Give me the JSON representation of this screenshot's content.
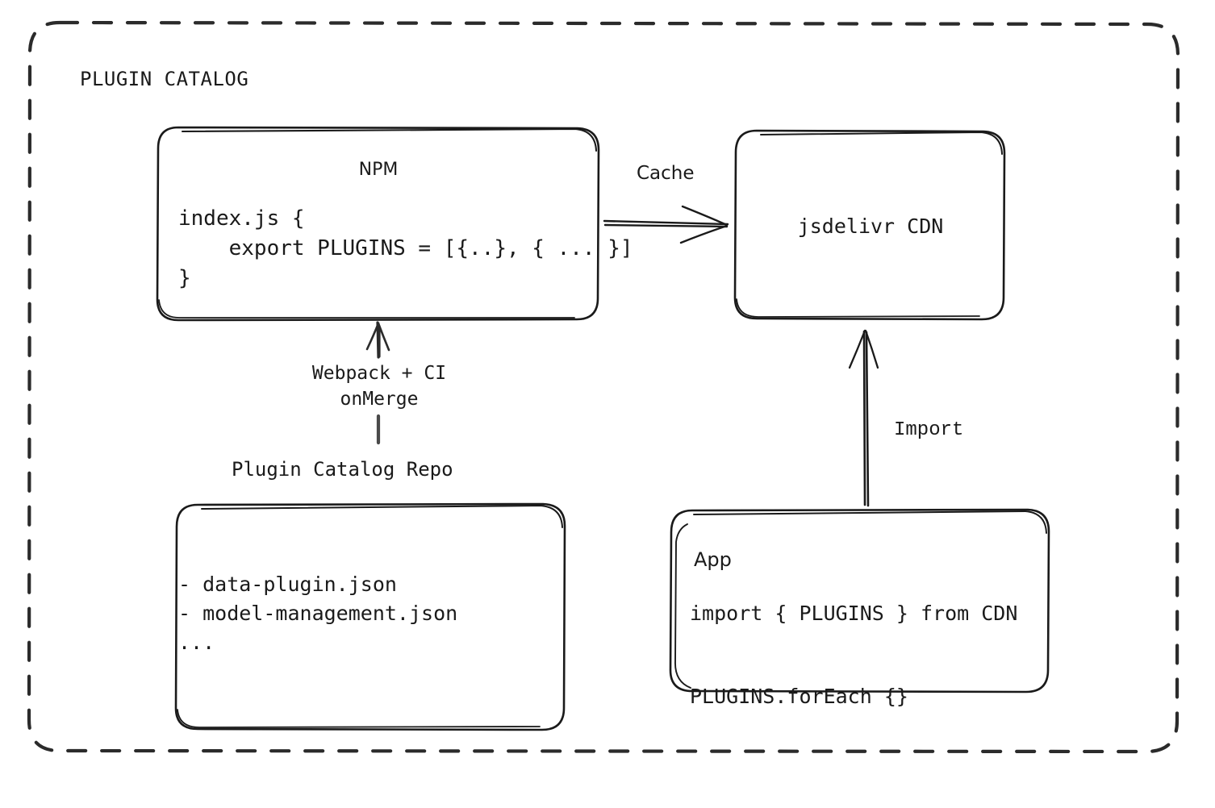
{
  "diagram": {
    "title": "PLUGIN CATALOG",
    "background_color": "#ffffff",
    "stroke_color": "#1a1a1a",
    "nodes": {
      "npm": {
        "title": "NPM",
        "code": "index.js {\n    export PLUGINS = [{..}, { ... }]\n}"
      },
      "cdn": {
        "title": "jsdelivr CDN"
      },
      "repo": {
        "label": "Plugin Catalog Repo",
        "files": "- data-plugin.json\n- model-management.json\n..."
      },
      "app": {
        "title": "App",
        "code": "import { PLUGINS } from CDN\n\nPLUGINS.forEach {}"
      }
    },
    "edges": {
      "cache": {
        "label": "Cache"
      },
      "build": {
        "label": "Webpack + CI\nonMerge"
      },
      "import": {
        "label": "Import"
      }
    }
  }
}
